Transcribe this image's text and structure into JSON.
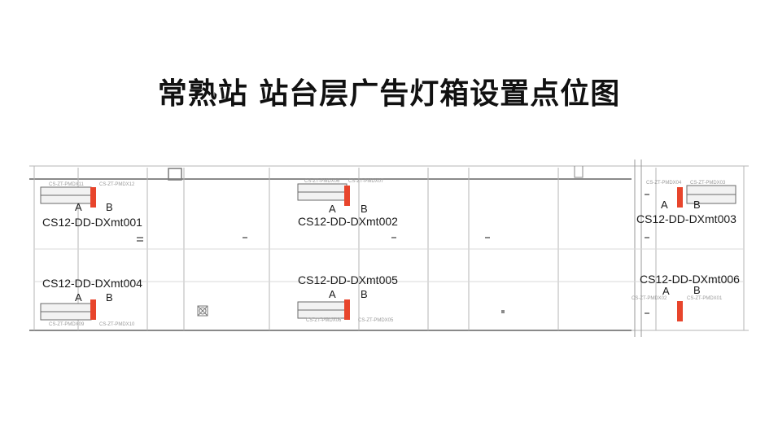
{
  "title": "常熟站  站台层广告灯箱设置点位图",
  "colors": {
    "lightbox": "#e8452c",
    "linework": "#9a9a9a",
    "text": "#1a1a1a"
  },
  "markers": [
    {
      "code": "CS12-DD-DXmt001",
      "side_a": "A",
      "side_b": "B",
      "tag_a": "CS-ZT-PMDX11",
      "tag_b": "CS-ZT-PMDX12"
    },
    {
      "code": "CS12-DD-DXmt002",
      "side_a": "A",
      "side_b": "B",
      "tag_a": "CS-ZT-PMDX06",
      "tag_b": "CS-ZT-PMDX07"
    },
    {
      "code": "CS12-DD-DXmt003",
      "side_a": "A",
      "side_b": "B",
      "tag_a": "CS-ZT-PMDX04",
      "tag_b": "CS-ZT-PMDX03"
    },
    {
      "code": "CS12-DD-DXmt004",
      "side_a": "A",
      "side_b": "B",
      "tag_a": "CS-ZT-PMDX09",
      "tag_b": "CS-ZT-PMDX10"
    },
    {
      "code": "CS12-DD-DXmt005",
      "side_a": "A",
      "side_b": "B",
      "tag_a": "CS-ZT-PMDX06",
      "tag_b": "CS-ZT-PMDX05"
    },
    {
      "code": "CS12-DD-DXmt006",
      "side_a": "A",
      "side_b": "B",
      "tag_a": "CS-ZT-PMDX02",
      "tag_b": "CS-ZT-PMDX01"
    }
  ]
}
